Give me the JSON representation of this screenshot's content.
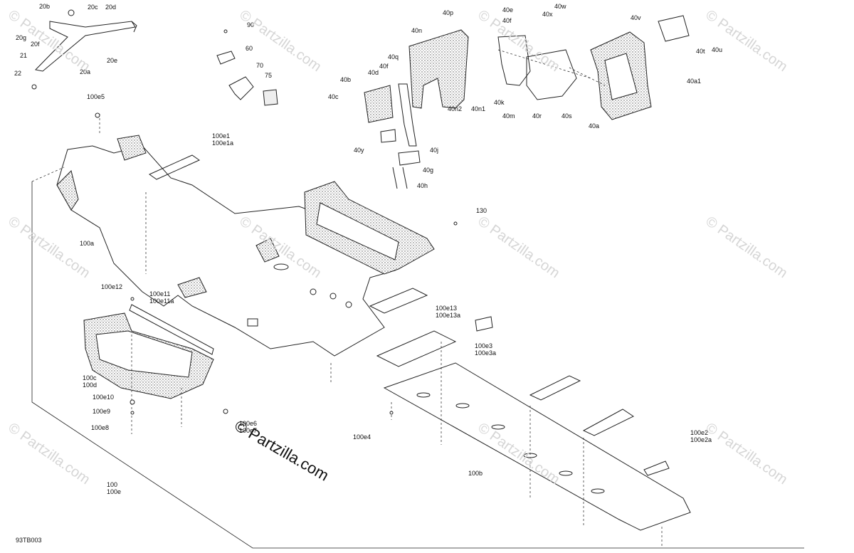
{
  "diagram_code": "93TB003",
  "watermark_text": "© Partzilla.com",
  "brand_text": "© Partzilla.com",
  "callouts": {
    "c20b": "20b",
    "c20c": "20c",
    "c20d": "20d",
    "c20g": "20g",
    "c20f": "20f",
    "c20e": "20e",
    "c21": "21",
    "c20a": "20a",
    "c22": "22",
    "c90": "90",
    "c60": "60",
    "c70": "70",
    "c75": "75",
    "c40p": "40p",
    "c40e": "40e",
    "c40f": "40f",
    "c40x": "40x",
    "c40w": "40w",
    "c40v": "40v",
    "c40n": "40n",
    "c40q": "40q",
    "c40f2": "40f",
    "c40d": "40d",
    "c40b": "40b",
    "c40c": "40c",
    "c40t": "40t",
    "c40u": "40u",
    "c40a1": "40a1",
    "c40k": "40k",
    "c40n2": "40n2",
    "c40n1": "40n1",
    "c40m": "40m",
    "c40r": "40r",
    "c40s": "40s",
    "c40a": "40a",
    "c40y": "40y",
    "c40j": "40j",
    "c40g": "40g",
    "c40h": "40h",
    "c100e5": "100e5",
    "c100e1": "100e1",
    "c100e1a": "100e1a",
    "c100a": "100a",
    "c130": "130",
    "c100e12": "100e12",
    "c100e11": "100e11",
    "c100e11a": "100e11a",
    "c100e13": "100e13",
    "c100e13a": "100e13a",
    "c100e3": "100e3",
    "c100e3a": "100e3a",
    "c100c": "100c",
    "c100d": "100d",
    "c100e10": "100e10",
    "c100e9": "100e9",
    "c100e8": "100e8",
    "c100e6": "100e6",
    "c100e7": "100e7",
    "c100e4": "100e4",
    "c100b": "100b",
    "c100e2": "100e2",
    "c100e2a": "100e2a",
    "c100": "100",
    "c100e": "100e"
  }
}
